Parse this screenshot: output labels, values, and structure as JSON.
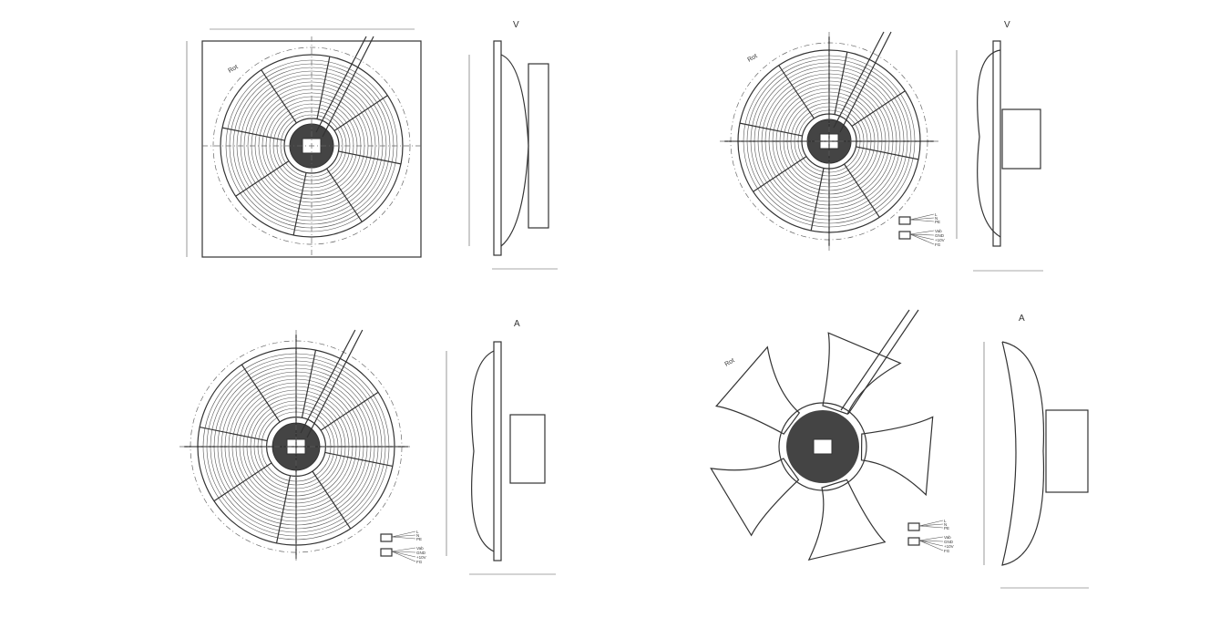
{
  "labels": {
    "rotation": "Rot",
    "view_v": "V",
    "view_a": "A"
  },
  "wiring": {
    "power": [
      "L",
      "N",
      "PE"
    ],
    "control": [
      "Vab",
      "GND",
      "+10V",
      "FG"
    ]
  },
  "colors": {
    "line": "#333333",
    "background": "#ffffff"
  }
}
